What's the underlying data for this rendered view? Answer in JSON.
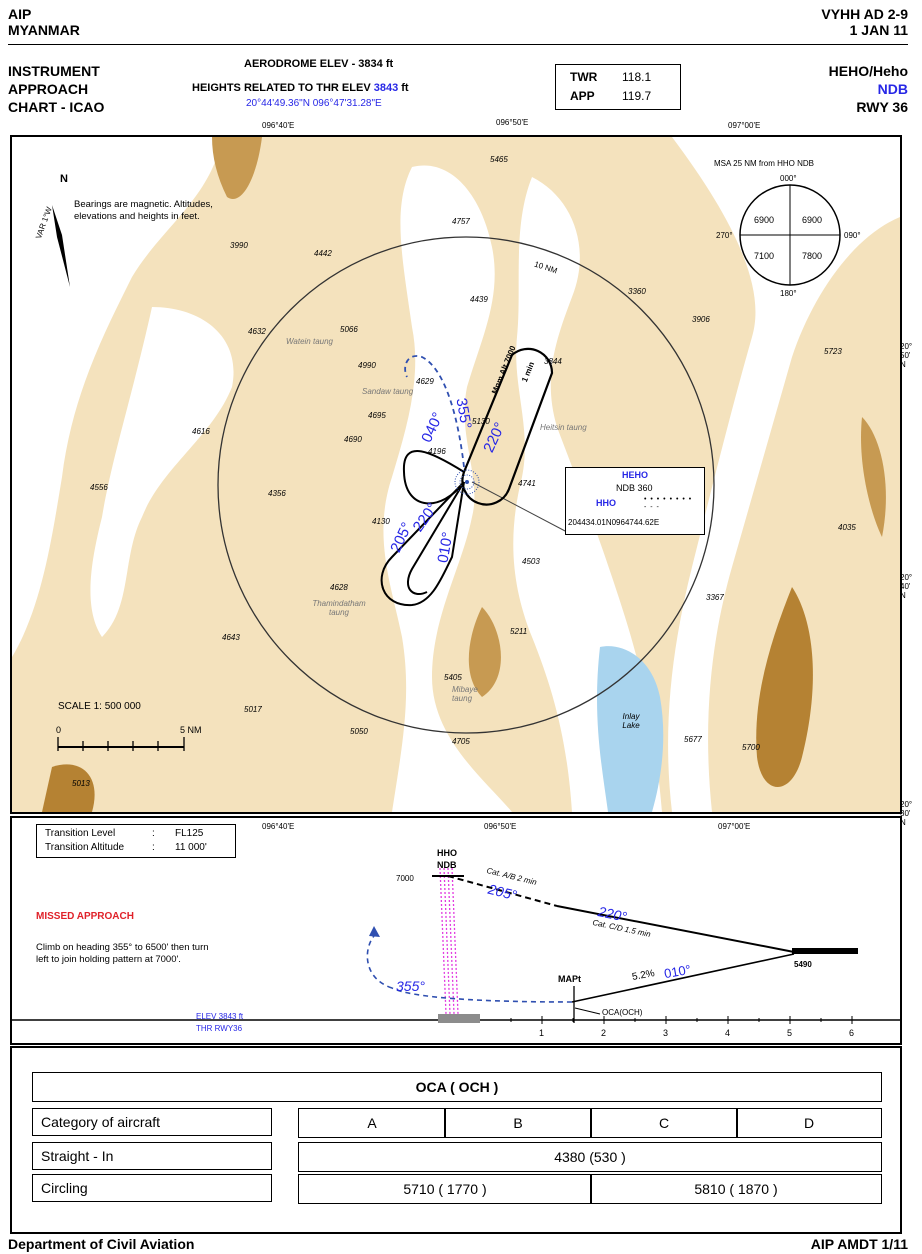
{
  "header": {
    "aip": "AIP",
    "country": "MYANMAR",
    "doc_id": "VYHH AD 2-9",
    "date": "1 JAN 11",
    "chart_type_l1": "INSTRUMENT",
    "chart_type_l2": "APPROACH",
    "chart_type_l3": "CHART - ICAO",
    "aerodrome_elev_label": "AERODROME ELEV - ",
    "aerodrome_elev_value": "3834 ft",
    "heights_label": "HEIGHTS RELATED TO THR ELEV ",
    "heights_value": "3843",
    "heights_unit": " ft",
    "coordinates": "20°44'49.36\"N 096°47'31.28\"E",
    "freq": {
      "twr_label": "TWR",
      "twr_value": "118.1",
      "app_label": "APP",
      "app_value": "119.7"
    },
    "aerodrome": "HEHO/Heho",
    "procedure": "NDB",
    "runway": "RWY 36"
  },
  "map": {
    "lon_top": [
      "096°40'E",
      "096°50'E",
      "097°00'E"
    ],
    "lon_bottom": [
      "096°40'E",
      "096°50'E",
      "097°00'E"
    ],
    "lat_right": [
      "20°\n50'\nN",
      "20°\n40'\nN",
      "20°\n30'\nN"
    ],
    "north": "N",
    "bearings_note": "Bearings are magnetic. Altitudes, elevations and heights in feet.",
    "var": "VAR 1°W",
    "msa_title": "MSA 25 NM from HHO NDB",
    "msa": {
      "n": "000°",
      "e": "090°",
      "s": "180°",
      "w": "270°",
      "nw": "6900",
      "ne": "6900",
      "sw": "7100",
      "se": "7800"
    },
    "ring": "10 NM",
    "holding": "Mnm Alt 7000",
    "holding_time": "1 min",
    "headings": [
      "040°",
      "355°",
      "220°",
      "220°",
      "205°",
      "010°"
    ],
    "ndb_box": {
      "name": "HEHO",
      "ndb": "NDB 360",
      "ident": "HHO",
      "morse": "• • • •   • • • •   - - -",
      "coord": "204434.01N0964744.62E"
    },
    "scale": "SCALE  1: 500 000",
    "scale_zero": "0",
    "scale_five": "5 NM",
    "elevations": [
      "5465",
      "4757",
      "4442",
      "3990",
      "4439",
      "3360",
      "3906",
      "5723",
      "4632",
      "5066",
      "4990",
      "4629",
      "4695",
      "4690",
      "4616",
      "3844",
      "5130",
      "4196",
      "4741",
      "4556",
      "4356",
      "4130",
      "4035",
      "4503",
      "4628",
      "3367",
      "4643",
      "5211",
      "5405",
      "5017",
      "5050",
      "4705",
      "5677",
      "5700",
      "5013"
    ],
    "names": [
      "Watein taung",
      "Sandaw taung",
      "Heitsin taung",
      "Thamindatham taung",
      "Mibaye taung",
      "Inlay Lake"
    ]
  },
  "profile": {
    "transition_level_label": "Transition Level",
    "transition_level": "FL125",
    "transition_alt_label": "Transition Altitude",
    "transition_alt": "11 000'",
    "missed_title": "MISSED APPROACH",
    "missed_text": "Climb on heading 355° to 6500' then turn left to join holding pattern at 7000'.",
    "ndb_l1": "HHO",
    "ndb_l2": "NDB",
    "alt_7000": "7000",
    "cat_ab": "Cat. A/B 2 min",
    "hdg_205": "205°",
    "hdg_220": "220°",
    "cat_cd": "Cat. C/D 1.5 min",
    "alt_5490": "5490",
    "mapt": "MAPt",
    "gradient": "5.2%",
    "hdg_010": "010°",
    "hdg_355": "355°",
    "oca_label": "OCA(OCH)",
    "elev_label": "ELEV 3843 ft",
    "thr_label": "THR RWY36",
    "distances": [
      "1",
      "2",
      "3",
      "4",
      "5",
      "6"
    ]
  },
  "oca_table": {
    "title": "OCA ( OCH )",
    "cat_label": "Category of aircraft",
    "cats": [
      "A",
      "B",
      "C",
      "D"
    ],
    "straight_label": "Straight - In",
    "straight_value": "4380 (530 )",
    "circling_label": "Circling",
    "circling_ab": "5710 ( 1770 )",
    "circling_cd": "5810 ( 1870 )"
  },
  "footer": {
    "left": "Department of Civil Aviation",
    "right": "AIP AMDT 1/11"
  }
}
